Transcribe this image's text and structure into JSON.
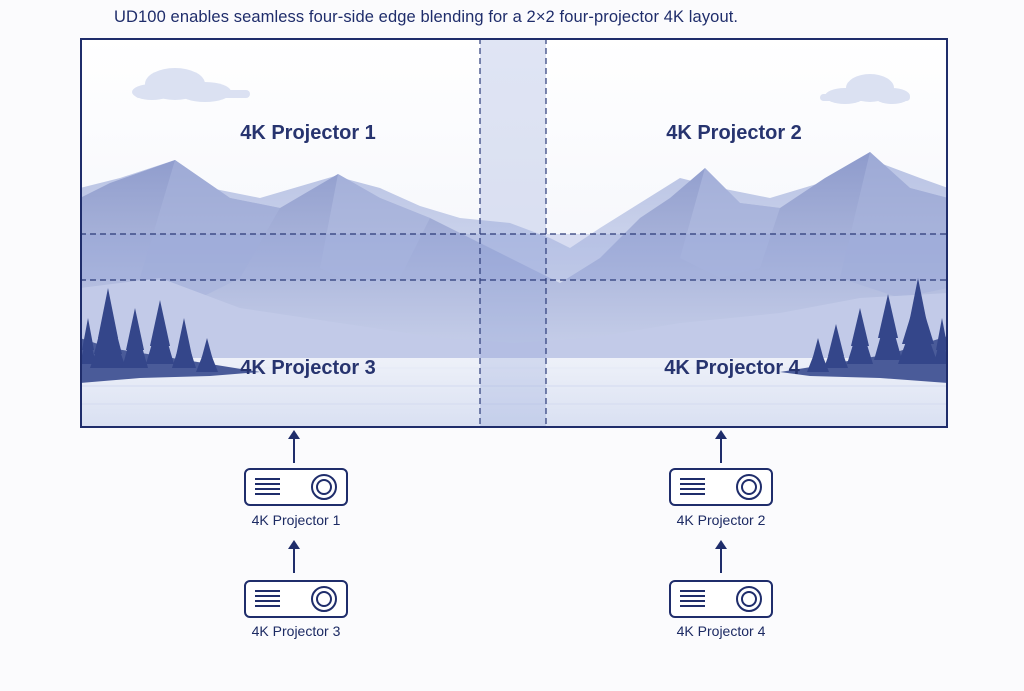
{
  "caption": "UD100 enables seamless four-side edge blending for a 2×2 four-projector 4K layout.",
  "screen": {
    "zones": [
      {
        "label": "4K Projector 1"
      },
      {
        "label": "4K Projector 2"
      },
      {
        "label": "4K Projector 3"
      },
      {
        "label": "4K Projector 4"
      }
    ]
  },
  "projectors": [
    {
      "label": "4K Projector 1",
      "icon": "projector-icon"
    },
    {
      "label": "4K Projector 2",
      "icon": "projector-icon"
    },
    {
      "label": "4K Projector 3",
      "icon": "projector-icon"
    },
    {
      "label": "4K Projector 4",
      "icon": "projector-icon"
    }
  ],
  "colors": {
    "frame": "#1f2d6b",
    "blend_band": "#8fa0d8",
    "mountain": "#9eaad6",
    "tree": "#3d4f8f",
    "water": "#dfe5f5"
  }
}
